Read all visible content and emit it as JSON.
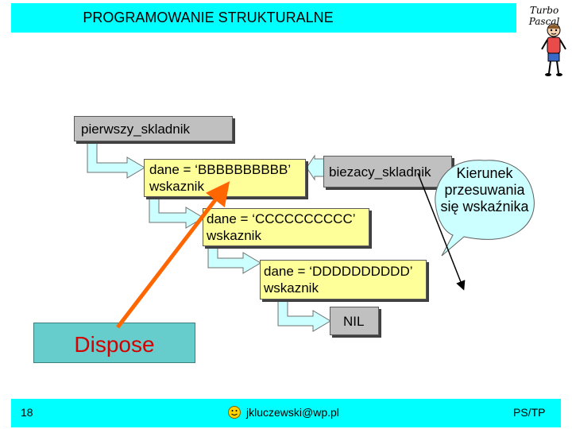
{
  "header": {
    "title": "PROGRAMOWANIE STRUKTURALNE",
    "brand": "Turbo Pascal"
  },
  "diagram": {
    "head_pointer": "pierwszy_skladnik",
    "current_pointer": "biezacy_skladnik",
    "nodes": [
      {
        "data": "dane = ‘BBBBBBBBBB’",
        "link": "wskaznik"
      },
      {
        "data": "dane = ‘CCCCCCCCCC’",
        "link": "wskaznik"
      },
      {
        "data": "dane = ‘DDDDDDDDDD’",
        "link": "wskaznik"
      }
    ],
    "terminator": "NIL",
    "callout": [
      "Kierunek",
      "przesuwania",
      "się wskaźnika"
    ],
    "action": "Dispose"
  },
  "footer": {
    "slide_number": "18",
    "email": "jkluczewski@wp.pl",
    "course": "PS/TP"
  },
  "colors": {
    "title_bar": "#00ffff",
    "node_fill": "#ffff99",
    "pointer_fill": "#c0c0c0",
    "connector_fill": "#ccffff",
    "callout_fill": "#ccffff",
    "dispose_fill": "#66cccc",
    "dispose_text": "#d40000",
    "highlight_arrow": "#ff6600"
  },
  "icons": [
    "mascot-icon",
    "smiley-icon"
  ]
}
